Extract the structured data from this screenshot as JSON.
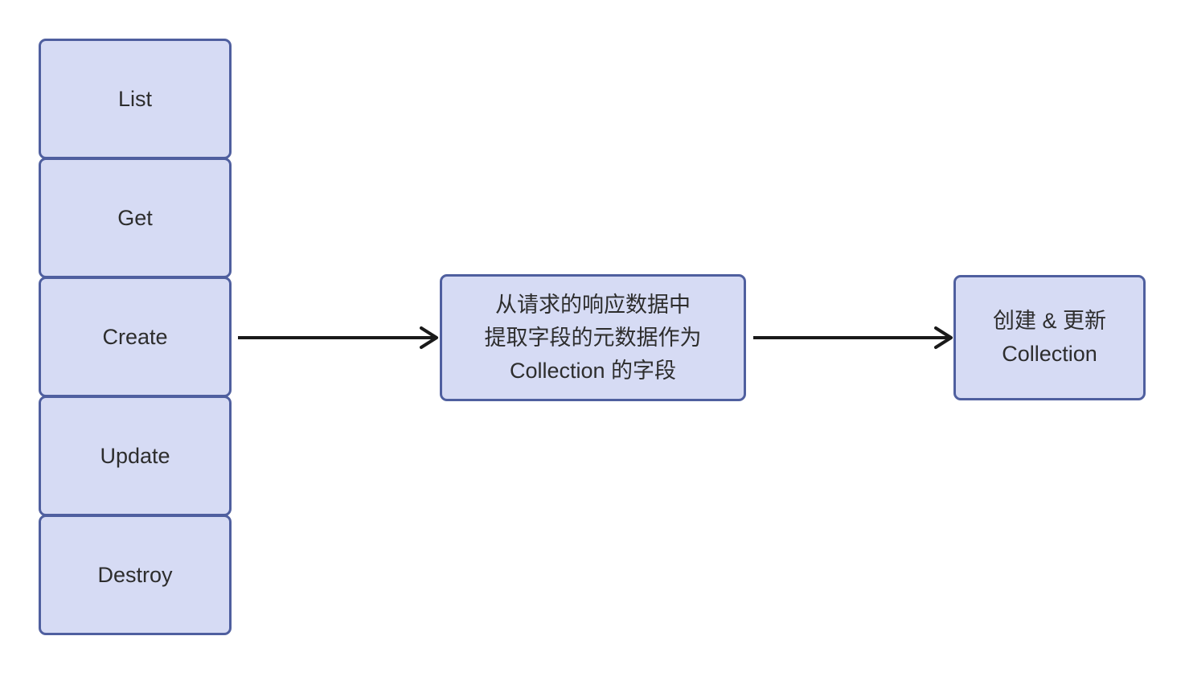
{
  "diagram": {
    "title": "HTTP actions to Collection sync flowchart",
    "colors": {
      "box_fill": "#d6dbf4",
      "box_border": "#4f5f9f",
      "arrow": "#1a1a1a",
      "text": "#2d2d2d",
      "background": "#ffffff"
    },
    "left_stack": [
      {
        "label": "List"
      },
      {
        "label": "Get"
      },
      {
        "label": "Create"
      },
      {
        "label": "Update"
      },
      {
        "label": "Destroy"
      }
    ],
    "middle_box": {
      "line1": "从请求的响应数据中",
      "line2": "提取字段的元数据作为",
      "line3": "Collection 的字段"
    },
    "right_box": {
      "line1": "创建 & 更新",
      "line2": "Collection"
    },
    "arrows": [
      {
        "name": "create-to-extract",
        "direction": "right"
      },
      {
        "name": "extract-to-collection",
        "direction": "right"
      }
    ]
  }
}
